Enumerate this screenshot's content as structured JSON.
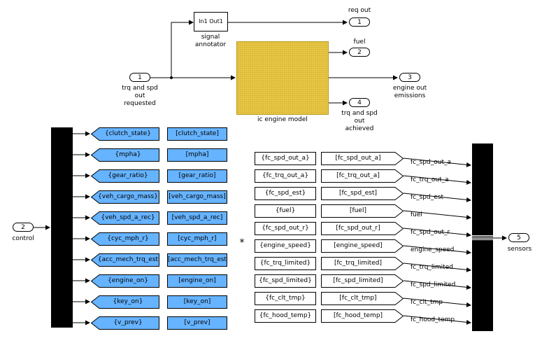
{
  "top": {
    "annotator_block": "In1  Out1",
    "annotator_label": "signal\nannotator",
    "engine_label": "ic engine model",
    "in_port": {
      "num": "1",
      "label": "trq and spd\nout\nrequested"
    },
    "out_ports": [
      {
        "num": "1",
        "label": "req out"
      },
      {
        "num": "2",
        "label": "fuel"
      },
      {
        "num": "3",
        "label": "engine out\nemissions"
      },
      {
        "num": "4",
        "label": "trq and spd\nout\nachieved"
      }
    ]
  },
  "demux": {
    "in_port": {
      "num": "2",
      "label": "control"
    },
    "gotos": [
      "{clutch_state}",
      "{mpha}",
      "{gear_ratio}",
      "{veh_cargo_mass}",
      "{veh_spd_a_rec}",
      "{cyc_mph_r}",
      "{acc_mech_trq_est",
      "{engine_on}",
      "{key_on}",
      "{v_prev}"
    ],
    "froms": [
      "[clutch_state]",
      "[mpha]",
      "[gear_ratio]",
      "[veh_cargo_mass]",
      "[veh_spd_a_rec]",
      "[cyc_mph_r]",
      "[acc_mech_trq_est",
      "[engine_on]",
      "[key_on]",
      "[v_prev]"
    ]
  },
  "mux": {
    "out_port": {
      "num": "5",
      "label": "sensors"
    },
    "star": "*",
    "left_boxes": [
      "{fc_spd_out_a}",
      "{fc_trq_out_a}",
      "{fc_spd_est}",
      "{fuel}",
      "{fc_spd_out_r}",
      "{engine_speed}",
      "{fc_trq_limited}",
      "{fc_spd_limited}",
      "{fc_clt_tmp}",
      "{fc_hood_temp}"
    ],
    "from_boxes": [
      "[fc_spd_out_a]",
      "[fc_trq_out_a]",
      "[fc_spd_est]",
      "[fuel]",
      "[fc_spd_out_r]",
      "[engine_speed]",
      "[fc_trq_limited]",
      "[fc_spd_limited]",
      "[fc_clt_tmp]",
      "[fc_hood_temp]"
    ],
    "signal_labels": [
      "fc_spd_out_a",
      "fc_trq_out_a",
      "fc_spd_est",
      "fuel",
      "fc_spd_out_r",
      "engine_speed",
      "fc_trq_limited",
      "fc_spd_limited",
      "fc_clt_tmp",
      "fc_hood_temp"
    ]
  },
  "colors": {
    "goto_blue": "#66b3ff",
    "engine_yellow": "#e8c84a",
    "engine_border": "#b89a20"
  }
}
